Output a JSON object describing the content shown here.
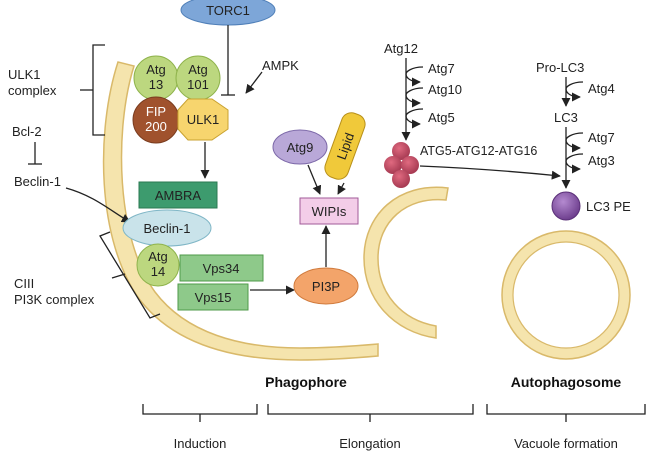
{
  "colors": {
    "membrane_fill": "#f5e4ad",
    "membrane_stroke": "#d9b96a",
    "green_light": "#bcd77f",
    "green_dark": "#3d9b6e",
    "green_box": "#8ec98a",
    "fip_brown": "#a0522d",
    "ulk1_yellow": "#f7d56e",
    "beclin_blue": "#c9e3ea",
    "torc1_blue": "#7da6d8",
    "atg9_purple": "#b9a8d8",
    "lipid_yellow": "#f0c93a",
    "wipi_pink": "#f3cde8",
    "pi3p_orange": "#f3a46a",
    "atg_complex_red": "#c0566a",
    "lc3pe_purple": "#8c5fa8"
  },
  "nodes": {
    "torc1": "TORC1",
    "atg13_line1": "Atg",
    "atg13_line2": "13",
    "atg101_line1": "Atg",
    "atg101_line2": "101",
    "fip200_line1": "FIP",
    "fip200_line2": "200",
    "ulk1": "ULK1",
    "ambra": "AMBRA",
    "beclin1_node": "Beclin-1",
    "atg14_line1": "Atg",
    "atg14_line2": "14",
    "vps34": "Vps34",
    "vps15": "Vps15",
    "pi3p": "PI3P",
    "wipis": "WIPIs",
    "atg9": "Atg9",
    "lipid": "Lipid"
  },
  "labels": {
    "ampk": "AMPK",
    "ulk1_complex_line1": "ULK1",
    "ulk1_complex_line2": "complex",
    "bcl2": "Bcl-2",
    "beclin1": "Beclin-1",
    "ciii_line1": "CIII",
    "ciii_line2": "PI3K complex",
    "atg12": "Atg12",
    "atg7_a": "Atg7",
    "atg10": "Atg10",
    "atg5": "Atg5",
    "atg_complex": "ATG5-ATG12-ATG16",
    "pro_lc3": "Pro-LC3",
    "atg4": "Atg4",
    "lc3": "LC3",
    "atg7_b": "Atg7",
    "atg3": "Atg3",
    "lc3pe": "LC3 PE",
    "phagophore": "Phagophore",
    "autophagosome": "Autophagosome",
    "stage_induction": "Induction",
    "stage_elongation": "Elongation",
    "stage_vacuole": "Vacuole formation"
  }
}
